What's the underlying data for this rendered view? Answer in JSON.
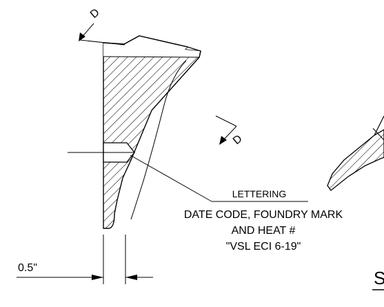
{
  "section_markers": {
    "top": "D",
    "right": "D"
  },
  "lettering": {
    "heading": "LETTERING",
    "line1": "DATE CODE, FOUNDRY MARK",
    "line2": "AND HEAT #",
    "line3": "\"VSL ECI 6-19\""
  },
  "dimension": {
    "thickness": "0.5\""
  },
  "partial_label": "S"
}
